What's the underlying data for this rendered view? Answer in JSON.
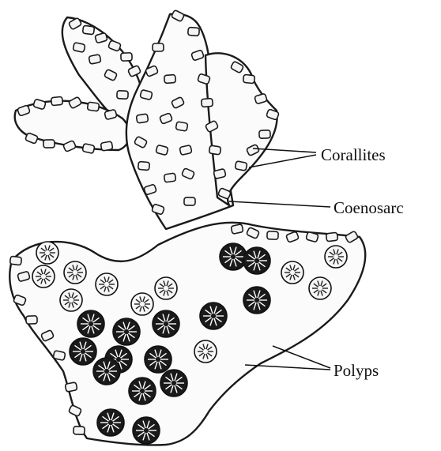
{
  "labels": {
    "corallites": "Corallites",
    "coenosarc": "Coenosarc",
    "polyps": "Polyps"
  },
  "colors": {
    "ink": "#111111",
    "paper": "#ffffff"
  }
}
